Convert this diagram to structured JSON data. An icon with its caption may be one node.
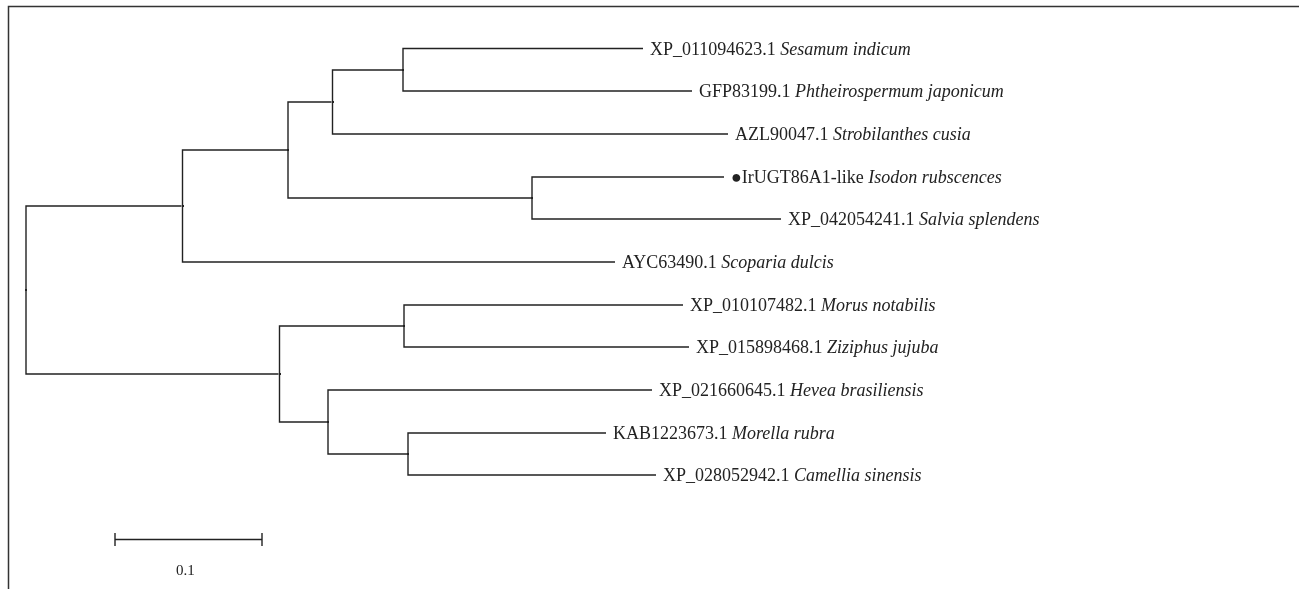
{
  "diagram": {
    "nodes": [
      {
        "text": [
          "XP_011094623.1 *Sesamum indicum*"
        ]
      },
      {
        "text": [
          "GFP83199.1 *Phtheirospermum japonicum*"
        ]
      },
      {
        "text": [
          "AZL90047.1 *Strobilanthes cusia*"
        ]
      },
      {
        "text": [
          "●IrUGT86A1-like *Isodon rubscences*"
        ]
      },
      {
        "text": [
          "XP_042054241.1 *Salvia splendens*"
        ]
      },
      {
        "text": [
          "AYC63490.1 *Scoparia dulcis*"
        ]
      },
      {
        "text": [
          "XP_010107482.1 *Morus notabilis*"
        ]
      },
      {
        "text": [
          "XP_015898468.1 *Ziziphus jujuba*"
        ]
      },
      {
        "text": [
          "XP_021660645.1 *Hevea brasiliensis*"
        ]
      },
      {
        "text": [
          "KAB1223673.1 *Morella rubra*"
        ]
      },
      {
        "text": [
          "XP_028052942.1 *Camellia sinensis*"
        ]
      },
      {
        "text": [],
        "shape": "point"
      },
      {
        "text": [],
        "shape": "point"
      },
      {
        "text": [],
        "shape": "point"
      },
      {
        "text": [],
        "shape": "point"
      },
      {
        "text": [],
        "shape": "point"
      },
      {
        "text": [],
        "shape": "point"
      },
      {
        "text": [],
        "shape": "point"
      },
      {
        "text": [],
        "shape": "point"
      },
      {
        "text": [],
        "shape": "point"
      },
      {
        "text": [],
        "shape": "point"
      }
    ],
    "edges": [
      {
        "from": 11,
        "to": 12,
        "arrow": "none"
      },
      {
        "from": 11,
        "to": 17,
        "arrow": "none"
      },
      {
        "from": 12,
        "to": 13,
        "arrow": "none"
      },
      {
        "from": 12,
        "to": 5,
        "arrow": "none"
      },
      {
        "from": 13,
        "to": 14,
        "arrow": "none"
      },
      {
        "from": 13,
        "to": 16,
        "arrow": "none"
      },
      {
        "from": 14,
        "to": 15,
        "arrow": "none"
      },
      {
        "from": 14,
        "to": 2,
        "arrow": "none"
      },
      {
        "from": 15,
        "to": 0,
        "arrow": "none"
      },
      {
        "from": 15,
        "to": 1,
        "arrow": "none"
      },
      {
        "from": 16,
        "to": 3,
        "arrow": "none"
      },
      {
        "from": 16,
        "to": 4,
        "arrow": "none"
      },
      {
        "from": 17,
        "to": 18,
        "arrow": "none"
      },
      {
        "from": 17,
        "to": 19,
        "arrow": "none"
      },
      {
        "from": 18,
        "to": 6,
        "arrow": "none"
      },
      {
        "from": 18,
        "to": 7,
        "arrow": "none"
      },
      {
        "from": 19,
        "to": 8,
        "arrow": "none"
      },
      {
        "from": 19,
        "to": 20,
        "arrow": "none"
      },
      {
        "from": 20,
        "to": 9,
        "arrow": "none"
      },
      {
        "from": 20,
        "to": 10,
        "arrow": "none"
      }
    ],
    "labels": [
      "0.1"
    ]
  }
}
